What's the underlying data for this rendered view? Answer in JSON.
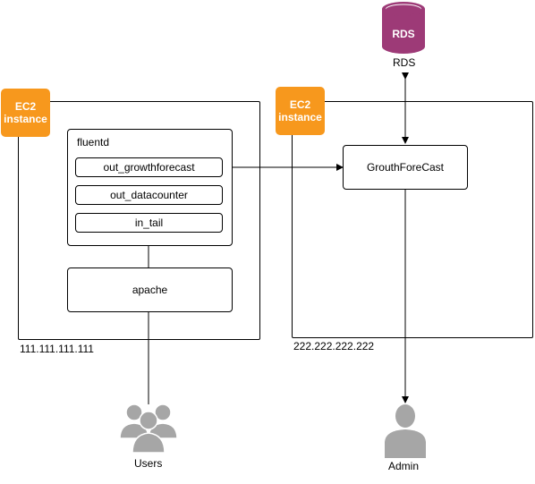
{
  "left_instance": {
    "badge_line1": "EC2",
    "badge_line2": "instance",
    "ip": "111.111.111.111",
    "fluentd": {
      "title": "fluentd",
      "plugins": [
        "out_growthforecast",
        "out_datacounter",
        "in_tail"
      ]
    },
    "apache": "apache"
  },
  "right_instance": {
    "badge_line1": "EC2",
    "badge_line2": "instance",
    "ip": "222.222.222.222",
    "service": "GrouthForeCast"
  },
  "database": {
    "icon_text": "RDS",
    "label": "RDS",
    "color": "#9d3a77"
  },
  "users": {
    "label": "Users",
    "icon": "users-icon"
  },
  "admin": {
    "label": "Admin",
    "icon": "user-icon"
  },
  "colors": {
    "ec2": "#f7981d",
    "person": "#a6a6a6"
  }
}
